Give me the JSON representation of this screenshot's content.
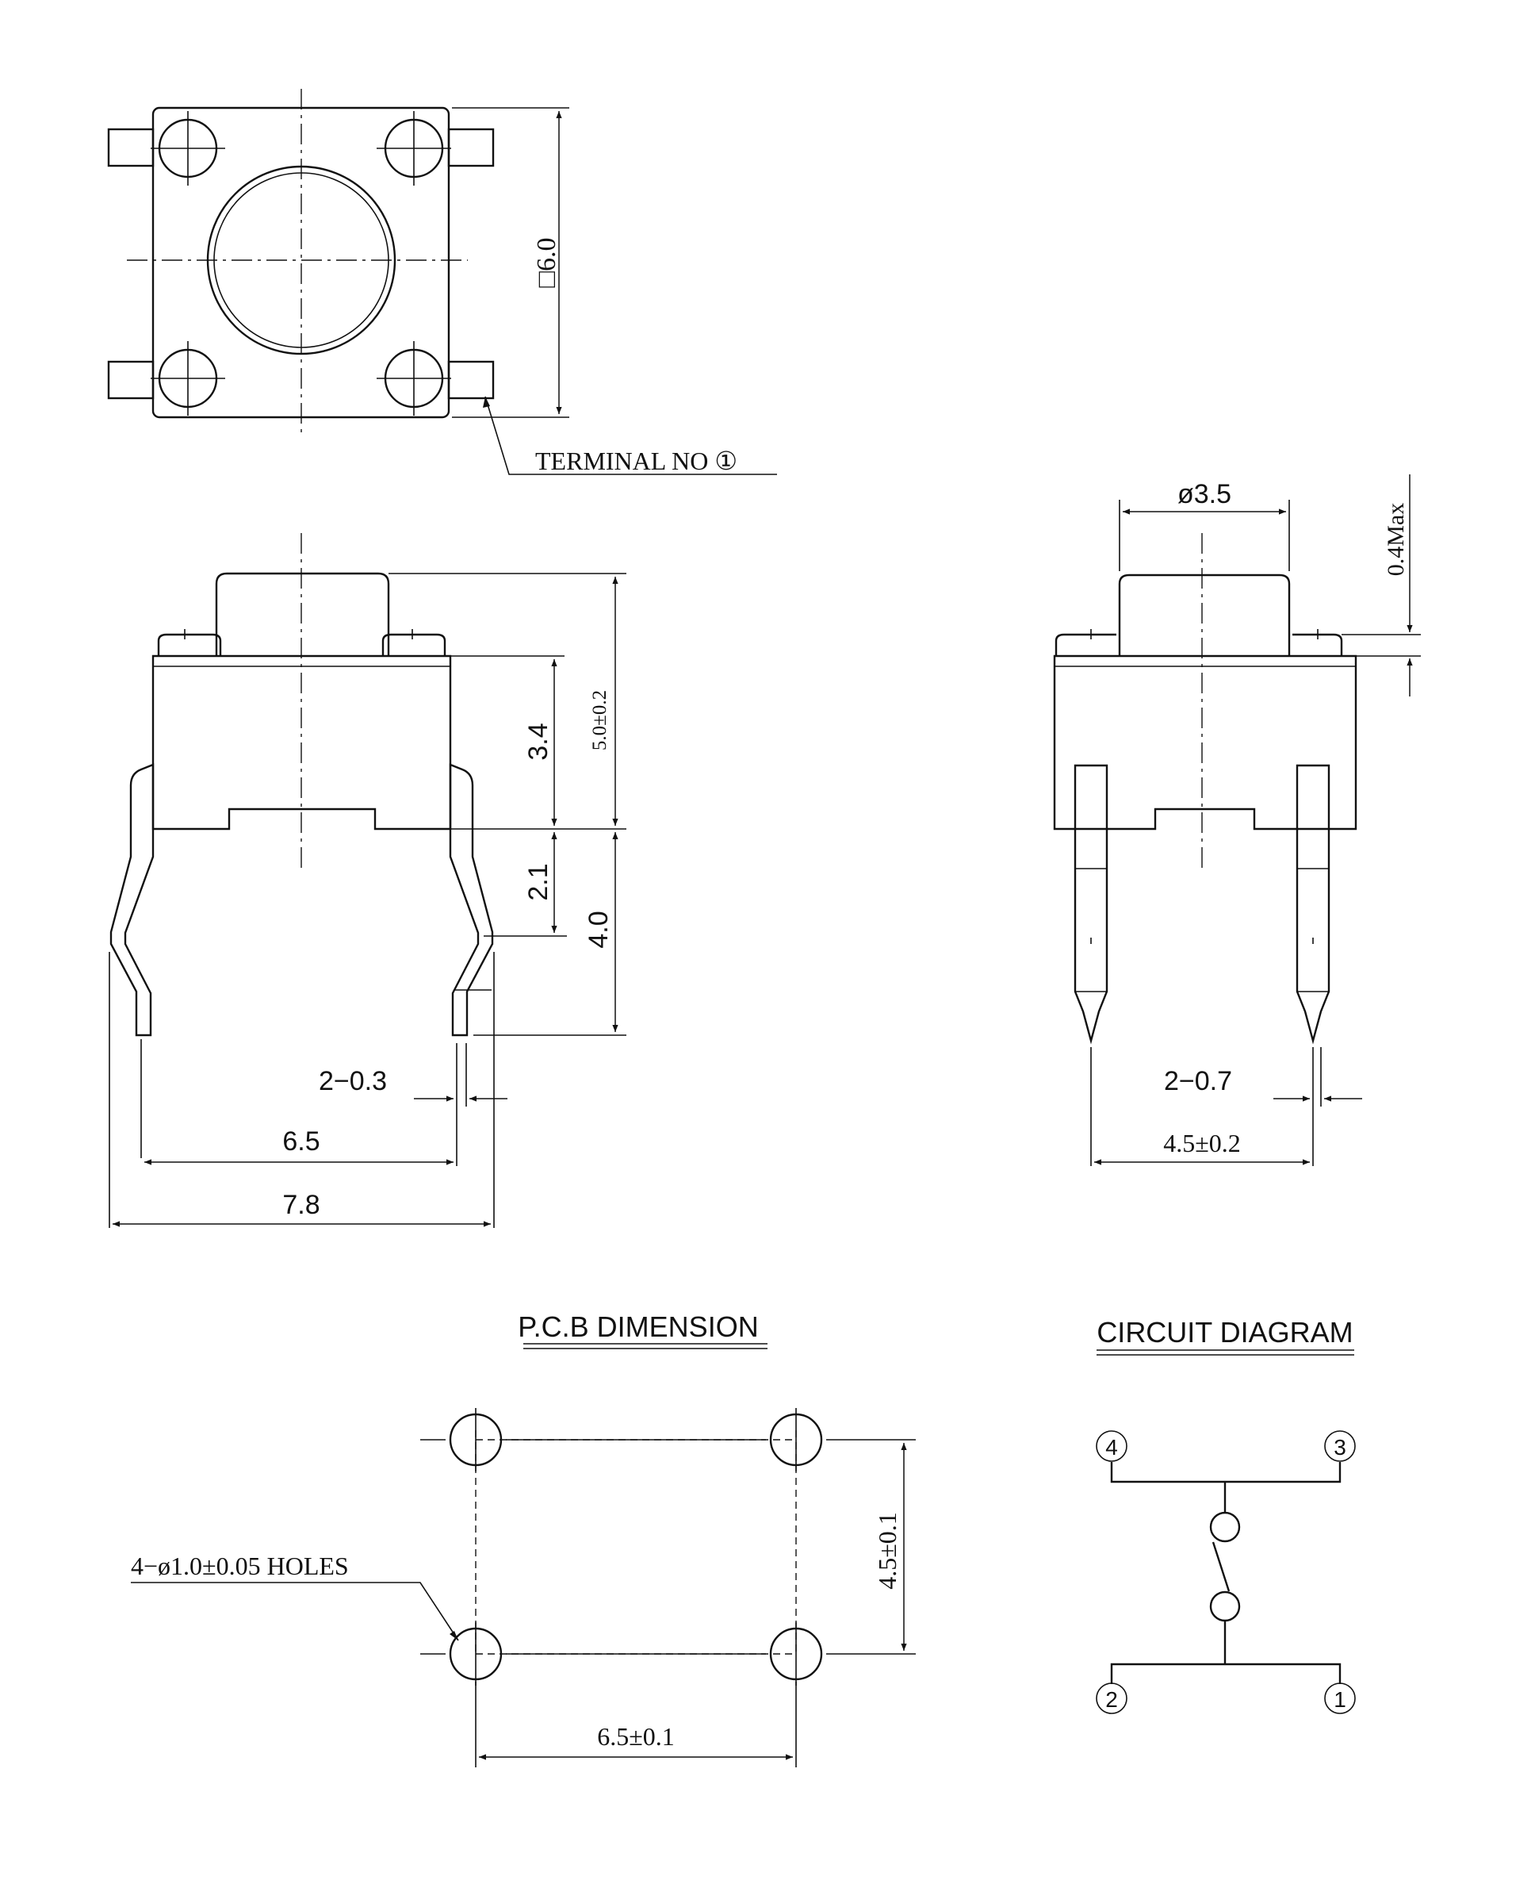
{
  "top_view": {
    "size_label": "□6.0",
    "terminal_label": "TERMINAL  NO ①"
  },
  "front_view": {
    "dim_total_height": "5.0±0.2",
    "dim_body_height": "3.4",
    "dim_bend_height": "2.1",
    "dim_lead_length": "4.0",
    "dim_lead_width": "2−0.3",
    "dim_lead_spacing": "6.5",
    "dim_overall_width": "7.8"
  },
  "side_view": {
    "dim_actuator_dia": "ø3.5",
    "dim_actuator_height": "0.4Max",
    "dim_lead_width": "2−0.7",
    "dim_lead_spacing": "4.5±0.2"
  },
  "pcb": {
    "title": "P.C.B DIMENSION",
    "holes_label": "4−ø1.0±0.05  HOLES",
    "dim_vertical": "4.5±0.1",
    "dim_horizontal": "6.5±0.1"
  },
  "circuit": {
    "title": "CIRCUIT DIAGRAM",
    "terminals": [
      "4",
      "3",
      "2",
      "1"
    ]
  }
}
